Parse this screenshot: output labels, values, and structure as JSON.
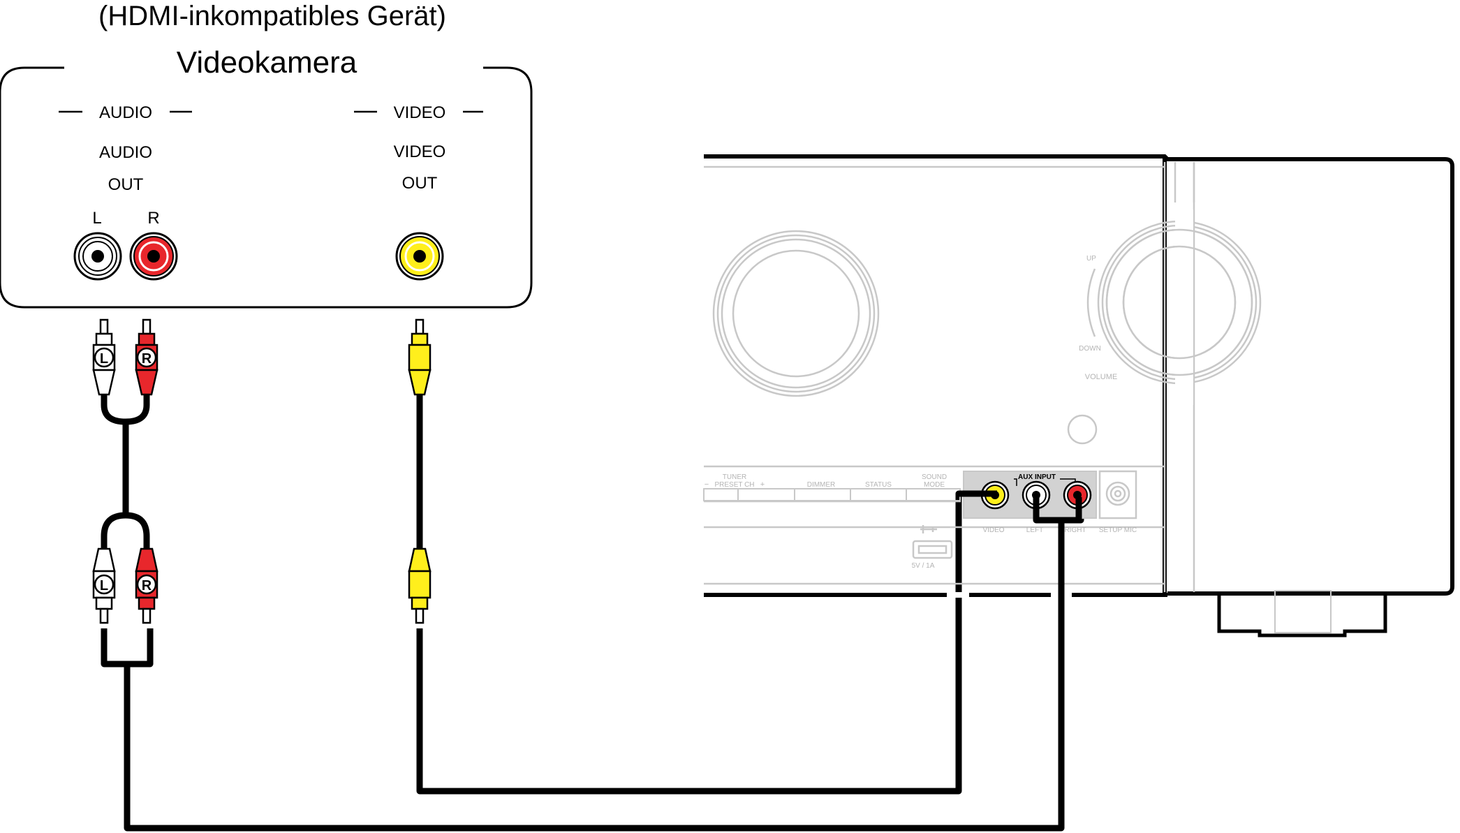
{
  "device": {
    "subtitle": "(HDMI-inkompatibles Gerät)",
    "title": "Videokamera",
    "audio_section": "AUDIO",
    "video_section": "VIDEO",
    "audio_out_line1": "AUDIO",
    "audio_out_line2": "OUT",
    "video_out_line1": "VIDEO",
    "video_out_line2": "OUT",
    "jack_left": "L",
    "jack_right": "R"
  },
  "plugs": {
    "left": "L",
    "right": "R"
  },
  "receiver": {
    "aux_input": "AUX INPUT",
    "aux_video": "VIDEO",
    "aux_left": "LEFT",
    "aux_right": "RIGHT",
    "setup_mic": "SETUP MIC",
    "usb_label": "5V / 1A",
    "tuner_line1": "TUNER",
    "tuner_line2": "PRESET CH",
    "minus": "−",
    "plus": "+",
    "dimmer": "DIMMER",
    "status": "STATUS",
    "sound_line1": "SOUND",
    "sound_line2": "MODE",
    "vol_up": "UP",
    "vol_down": "DOWN",
    "volume": "VOLUME"
  },
  "colors": {
    "white_plug": "#ffffff",
    "red_plug": "#e8272c",
    "yellow_plug": "#ffef1c",
    "cable": "#000000",
    "receiver_line": "#c8c8c8",
    "aux_panel": "#d2d2d2"
  }
}
